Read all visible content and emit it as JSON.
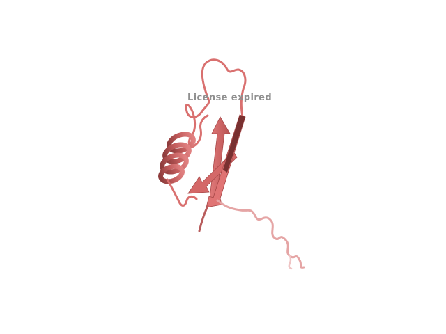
{
  "viewer": {
    "watermark_text": "License expired",
    "background_color": "#ffffff",
    "watermark_color": "#8f8f8f"
  },
  "structure": {
    "representation": "cartoon",
    "color_ribbon": "#d9706f",
    "color_ribbon_dark": "#9c4545",
    "color_ribbon_light": "#f0a0a0",
    "color_tail": "#e8b8b8",
    "elements": [
      "helix",
      "beta-strand",
      "beta-strand",
      "beta-strand",
      "loop",
      "disordered-tail"
    ]
  }
}
